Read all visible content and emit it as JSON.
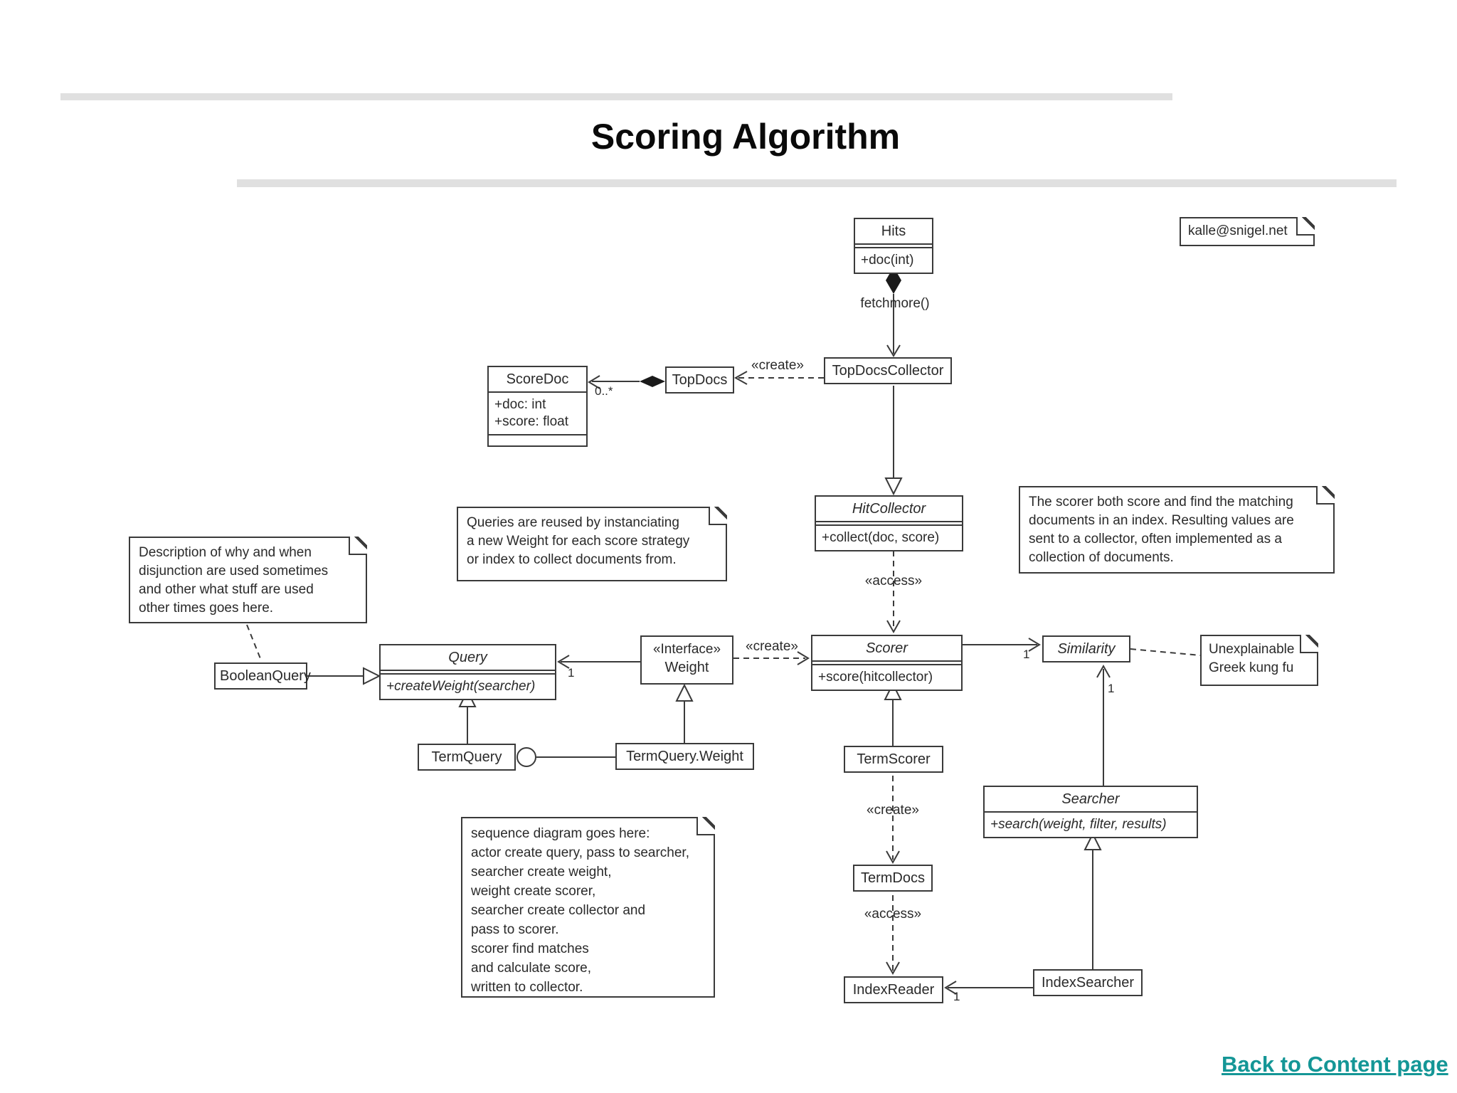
{
  "slide": {
    "title": "Scoring Algorithm",
    "back_link": "Back to Content page"
  },
  "colors": {
    "accent_bar": "#e0e0e0",
    "diagram_stroke": "#3a3a3a",
    "link": "#149696"
  },
  "classes": {
    "hits": {
      "name": "Hits",
      "method": "+doc(int)"
    },
    "top_docs_collector": {
      "name": "TopDocsCollector"
    },
    "top_docs": {
      "name": "TopDocs"
    },
    "score_doc": {
      "name": "ScoreDoc",
      "attr1": "+doc: int",
      "attr2": "+score: float"
    },
    "hit_collector": {
      "name": "HitCollector",
      "method": "+collect(doc, score)"
    },
    "scorer": {
      "name": "Scorer",
      "method": "+score(hitcollector)"
    },
    "weight": {
      "stereotype": "«Interface»",
      "name": "Weight"
    },
    "query": {
      "name": "Query",
      "method": "+createWeight(searcher)"
    },
    "boolean_query": {
      "name": "BooleanQuery"
    },
    "term_query": {
      "name": "TermQuery"
    },
    "term_query_weight": {
      "name": "TermQuery.Weight"
    },
    "term_scorer": {
      "name": "TermScorer"
    },
    "term_docs": {
      "name": "TermDocs"
    },
    "index_reader": {
      "name": "IndexReader"
    },
    "index_searcher": {
      "name": "IndexSearcher"
    },
    "searcher": {
      "name": "Searcher",
      "method": "+search(weight, filter, results)"
    },
    "similarity": {
      "name": "Similarity"
    }
  },
  "notes": {
    "email": "kalle@snigel.net",
    "scorer_behavior": "The scorer both score and find the matching\ndocuments in an index. Resulting values are\nsent to a collector,  often implemented as a\ncollection of documents.",
    "queries_reuse": "Queries are reused by instanciating\na new Weight for each score strategy\nor index to collect documents from.",
    "disjunction": "Description of why and when\ndisjunction are used sometimes\nand other what stuff are used\nother times goes here.",
    "sequence": "sequence diagram goes here:\nactor create query, pass to searcher,\nsearcher create weight,\nweight create scorer,\nsearcher create collector and\npass to scorer.\nscorer find matches\nand calculate score,\nwritten to collector.",
    "kung_fu": "Unexplainable\nGreek kung fu"
  },
  "edge_labels": {
    "fetchmore": "fetchmore()",
    "create": "«create»",
    "access": "«access»",
    "mult_many": "0..*",
    "mult_one": "1"
  }
}
